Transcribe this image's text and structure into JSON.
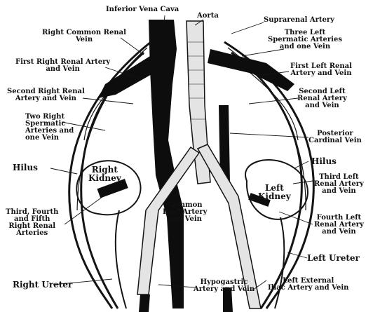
{
  "labels": {
    "inferior_vena_cava": "Inferior Vena Cava",
    "aorta": "Aorta",
    "suprarenal_artery": "Suprarenal Artery",
    "three_left_spermatic": "Three Left\nSpermatic Arteries\nand one Vein",
    "right_common_renal_vein": "Right Common Renal\nVein",
    "first_right_renal": "First Right Renal Artery\nand Vein",
    "first_left_renal": "First Left Renal\nArtery and Vein",
    "second_right_renal": "Second Right Renal\nArtery and Vein",
    "second_left_renal": "Second Left\nRenal Artery\nand Vein",
    "posterior_cardinal_vein": "Posterior\nCardinal Vein",
    "two_right_spermatic": "Two Right\nSpermatic\nArteries and\none Vein",
    "hilus_left": "Hilus",
    "hilus_right": "Hilus",
    "right_kidney": "Right\nKidney",
    "left_kidney": "Left\nKidney",
    "third_left_renal": "Third Left\nRenal Artery\nand Vein",
    "common_iliac": "Common\nIliac Artery\nand Vein",
    "fourth_left_renal": "Fourth Left\nRenal Artery\nand Vein",
    "third_fourth_fifth_right": "Third, Fourth\nand Fifth\nRight Renal\nArteries",
    "left_ureter": "Left Ureter",
    "right_ureter": "Right Ureter",
    "hypogastric": "Hypogastric\nArtery and Vein",
    "left_external_iliac": "Left External\nIliac Artery and Vein"
  },
  "colors": {
    "vein": "#0d0d0d",
    "artery": "#e4e4e4",
    "outline": "#141414",
    "paper": "#ffffff"
  }
}
